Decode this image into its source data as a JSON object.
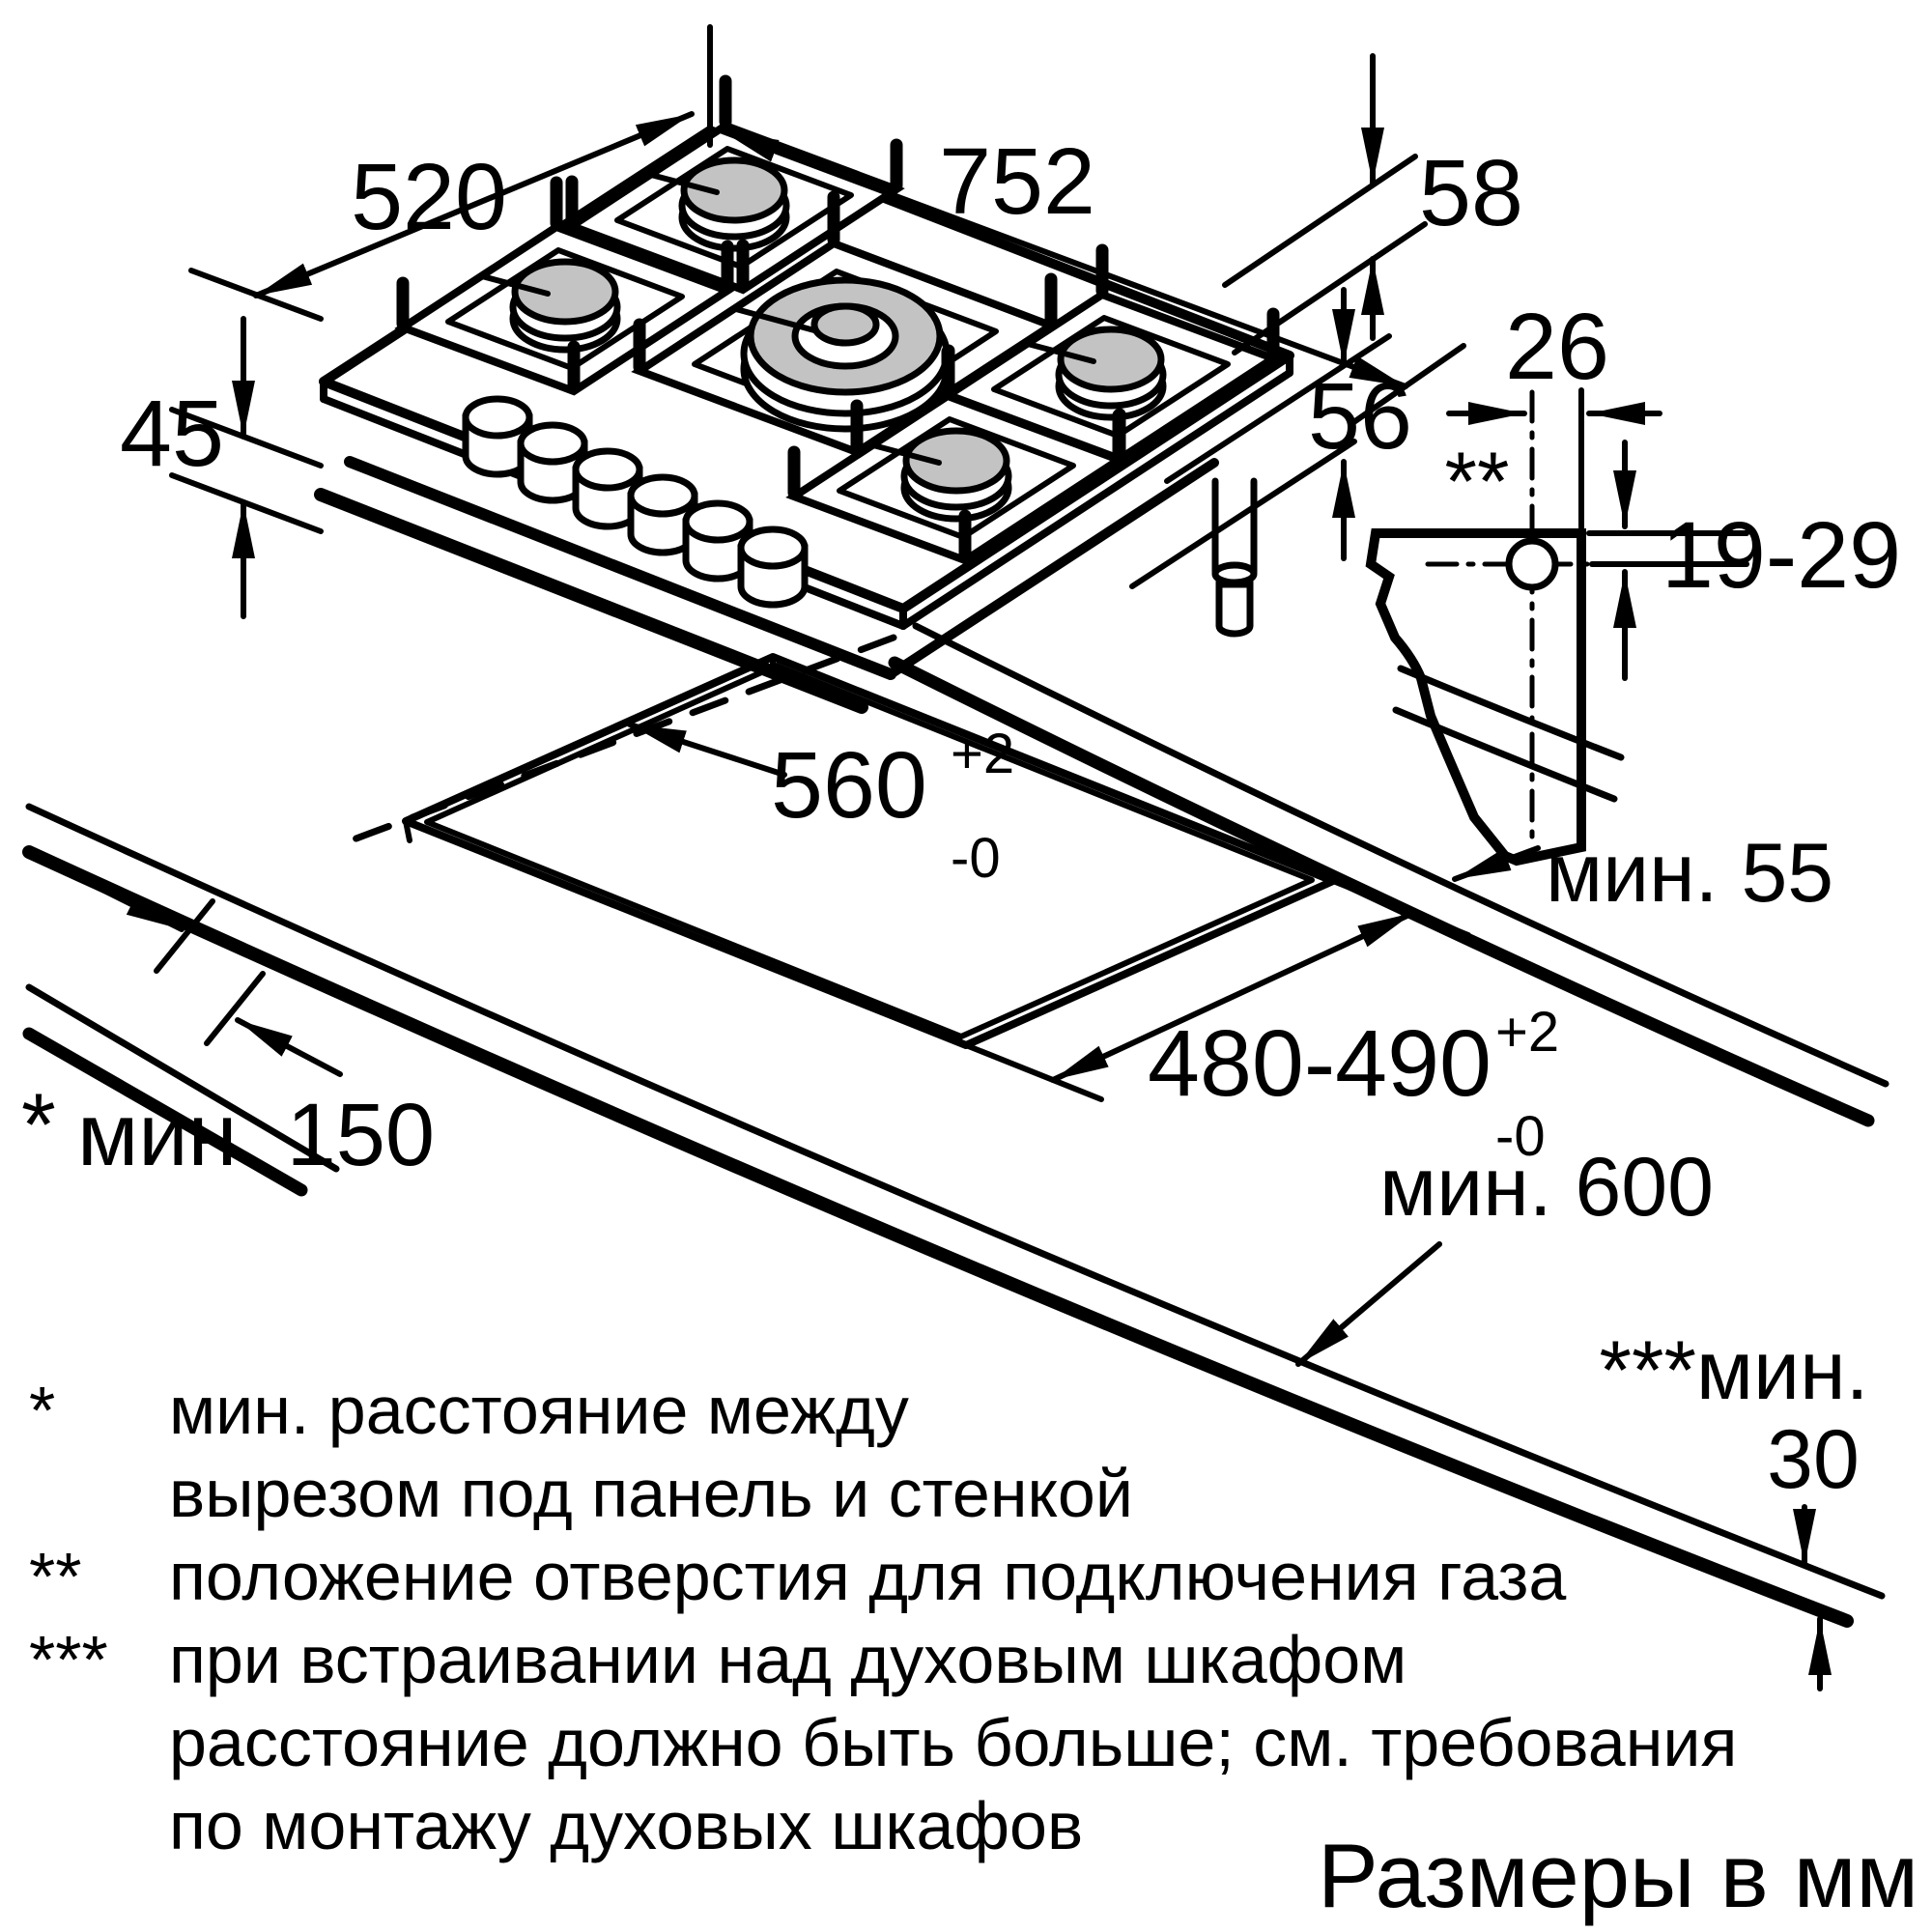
{
  "drawing": {
    "dims": {
      "width": "752",
      "depth": "520",
      "height_above_worktop": "45",
      "grate_height": "58",
      "body_height": "56",
      "gas_hole_offset": "26",
      "gas_hole_marker": "**",
      "gas_hole_vertical_range": "19-29",
      "cutout_width": "560",
      "cutout_width_tol_plus": "+2",
      "cutout_width_tol_minus": "-0",
      "cutout_depth": "480-490",
      "cutout_depth_tol_plus": "+2",
      "cutout_depth_tol_minus": "-0",
      "min_to_back_edge": "мин. 55",
      "wall_marker": "*",
      "min_to_side_wall": "мин. 150",
      "min_worktop_depth": "мин. 600",
      "oven_min_label": "***мин.",
      "oven_min_value": "30"
    },
    "footnote_rows": [
      {
        "marker": "*",
        "text": "мин. расстояние между"
      },
      {
        "marker": "",
        "text": "вырезом под панель и стенкой"
      },
      {
        "marker": "**",
        "text": "положение отверстия для подключения газа"
      },
      {
        "marker": "***",
        "text": "при встраивании над духовым шкафом"
      },
      {
        "marker": "",
        "text": "расстояние должно быть больше; см. требования"
      },
      {
        "marker": "",
        "text": "по монтажу духовых шкафов"
      }
    ],
    "units_note": "Размеры в мм"
  },
  "colors": {
    "line": "#000000",
    "burner_cap": "#c3c3c3",
    "background": "#ffffff"
  }
}
